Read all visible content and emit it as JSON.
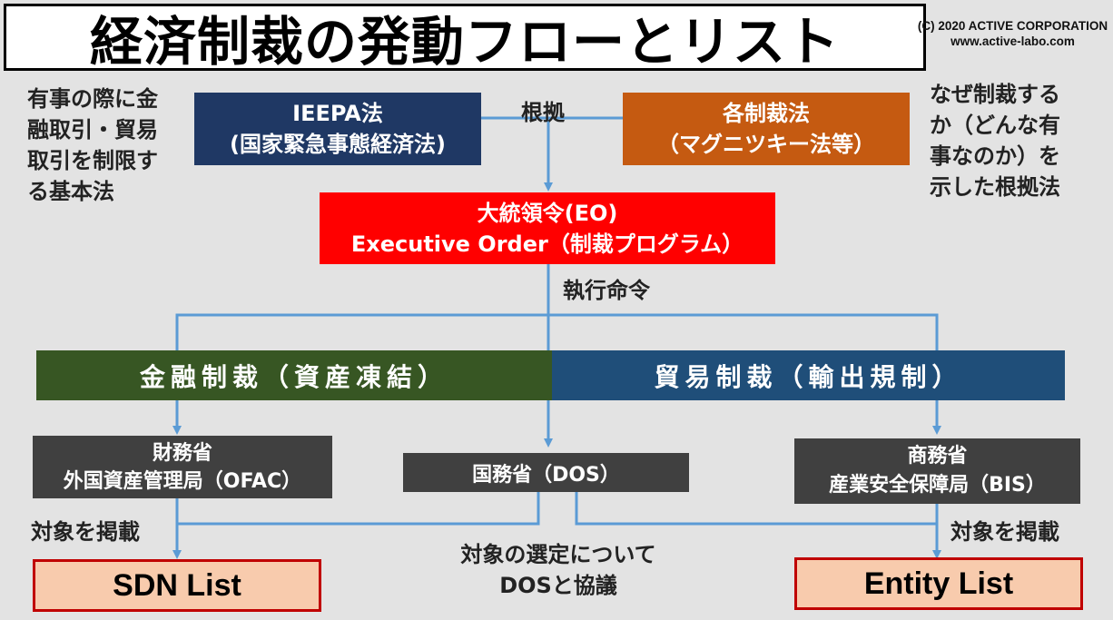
{
  "title": "経済制裁の発動フローとリスト",
  "copyright": {
    "line1": "(C) 2020 ACTIVE CORPORATION",
    "line2": "www.active-labo.com"
  },
  "notes": {
    "left": [
      "有事の際に金",
      "融取引・貿易",
      "取引を制限す",
      "る基本法"
    ],
    "right": [
      "なぜ制裁する",
      "か（どんな有",
      "事なのか）を",
      "示した根拠法"
    ]
  },
  "nodes": {
    "ieepa": {
      "line1": "IEEPA法",
      "line2": "(国家緊急事態経済法)"
    },
    "sanction_laws": {
      "line1": "各制裁法",
      "line2": "（マグニツキー法等）"
    },
    "eo": {
      "line1": "大統領令(EO)",
      "line2": "Executive Order（制裁プログラム）"
    },
    "financial": {
      "label": "金融制裁（資産凍結）"
    },
    "trade": {
      "label": "貿易制裁（輸出規制）"
    },
    "ofac": {
      "line1": "財務省",
      "line2": "外国資産管理局（OFAC）"
    },
    "dos": {
      "label": "国務省（DOS）"
    },
    "bis": {
      "line1": "商務省",
      "line2": "産業安全保障局（BIS）"
    },
    "sdn": {
      "label": "SDN List"
    },
    "entity": {
      "label": "Entity List"
    }
  },
  "edge_labels": {
    "basis": "根拠",
    "execution": "執行命令",
    "publish_left": "対象を掲載",
    "publish_right": "対象を掲載",
    "consult": [
      "対象の選定について",
      "DOSと協議"
    ]
  },
  "colors": {
    "connector": "#5b9bd5",
    "navy": "#1f3864",
    "orange": "#c55a11",
    "red": "#ff0000",
    "green": "#375623",
    "blue": "#1f4e79",
    "dark": "#404040",
    "peach": "#f8cbad",
    "list_border": "#c00000"
  }
}
